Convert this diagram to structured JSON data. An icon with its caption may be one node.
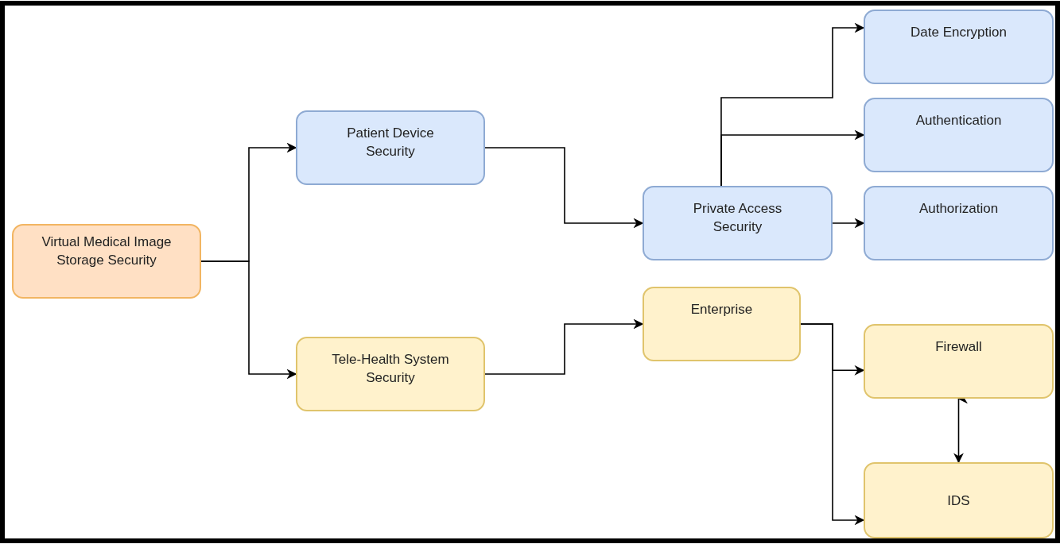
{
  "diagram": {
    "nodes": [
      {
        "text": [
          "Virtual Medical Image Storage Security"
        ]
      },
      {
        "text": [
          "Patient Device Security"
        ]
      },
      {
        "text": [
          "Tele-Health System Security"
        ]
      },
      {
        "text": [
          "Private Access Security"
        ]
      },
      {
        "text": [
          "Enterprise"
        ]
      },
      {
        "text": [
          "Date Encryption"
        ]
      },
      {
        "text": [
          "Authentication"
        ]
      },
      {
        "text": [
          "Authorization"
        ]
      },
      {
        "text": [
          "Firewall"
        ]
      },
      {
        "text": [
          "IDS"
        ]
      }
    ],
    "edges": [
      {
        "from": 0,
        "to": 1,
        "arrow": "to"
      },
      {
        "from": 0,
        "to": 2,
        "arrow": "to"
      },
      {
        "from": 1,
        "to": 3,
        "arrow": "to"
      },
      {
        "from": 2,
        "to": 4,
        "arrow": "to"
      },
      {
        "from": 3,
        "to": 5,
        "arrow": "to"
      },
      {
        "from": 3,
        "to": 6,
        "arrow": "to"
      },
      {
        "from": 3,
        "to": 7,
        "arrow": "to"
      },
      {
        "from": 4,
        "to": 8,
        "arrow": "to"
      },
      {
        "from": 4,
        "to": 9,
        "arrow": "to"
      },
      {
        "from": 8,
        "to": 9,
        "arrow": "both"
      }
    ]
  }
}
